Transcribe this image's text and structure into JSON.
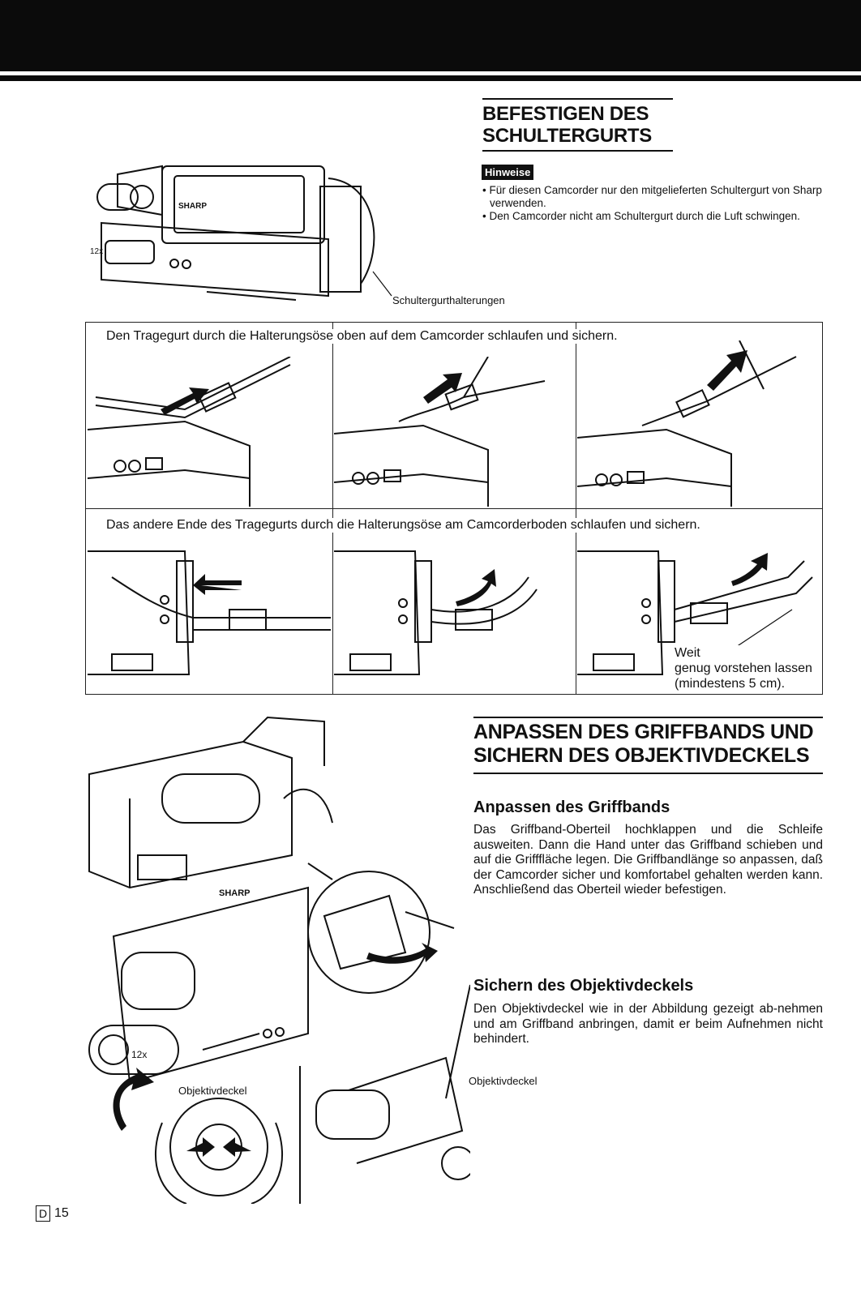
{
  "section1": {
    "title": "BEFESTIGEN DES SCHULTERGURTS",
    "notes_label": "Hinweise",
    "notes": [
      "• Für diesen Camcorder nur den mitgelieferten Schultergurt von Sharp verwenden.",
      "• Den Camcorder nicht am Schultergurt durch die Luft schwingen."
    ],
    "callout": "Schultergurthalterungen",
    "device_text": [
      "SHARP",
      "12x"
    ],
    "row1_caption": "Den Tragegurt durch die Halterungsöse oben auf dem Camcorder schlaufen und sichern.",
    "row2_caption": "Das andere Ende des Tragegurts durch die Halterungsöse am Camcorderboden schlaufen und sichern.",
    "row2_note": [
      "Weit",
      "genug vorstehen lassen",
      "(mindestens 5 cm)."
    ]
  },
  "section2": {
    "title": "ANPASSEN DES GRIFFBANDS UND SICHERN DES OBJEKTIVDECKELS",
    "sub1": "Anpassen des Griffbands",
    "para1": "Das Griffband-Oberteil hochklappen und die Schleife ausweiten. Dann die Hand unter das Griffband schieben und auf die Grifffläche legen. Die Griffbandlänge so anpassen, daß der Camcorder sicher und komfortabel gehalten werden kann. Anschließend das Oberteil wieder befestigen.",
    "sub2": "Sichern des Objektivdeckels",
    "para2": "Den Objektivdeckel wie in der Abbildung gezeigt ab-nehmen und am Griffband anbringen, damit er beim Aufnehmen nicht behindert.",
    "callout_right": "Objektivdeckel",
    "callout_left": "Objektivdeckel",
    "device_text": [
      "SHARP",
      "12x"
    ]
  },
  "footer": {
    "page_letter": "D",
    "page_number": "15"
  }
}
